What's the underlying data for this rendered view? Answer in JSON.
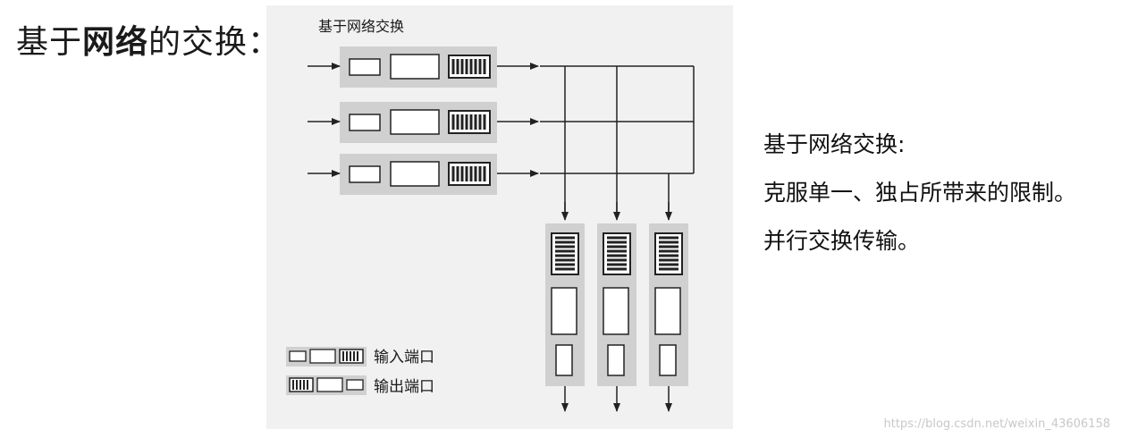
{
  "title": {
    "prefix": "基于",
    "bold": "网络",
    "suffix": "的交换："
  },
  "diagram": {
    "caption": "基于网络交换",
    "input_ports": 3,
    "output_ports": 3,
    "legend": {
      "input_label": "输入端口",
      "output_label": "输出端口"
    }
  },
  "notes": {
    "heading": "基于网络交换:",
    "line1": "克服单一、独占所带来的限制。",
    "line2": "并行交换传输。"
  },
  "watermark": "https://blog.csdn.net/weixin_43606158"
}
